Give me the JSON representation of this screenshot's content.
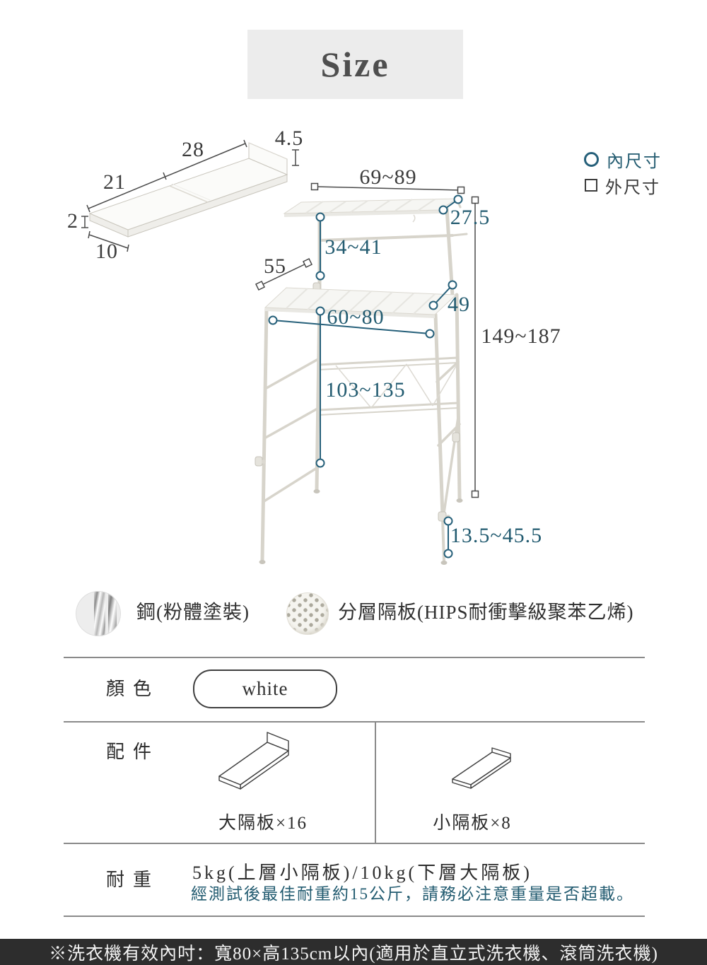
{
  "title": "Size",
  "legend": {
    "inner_label": "內尺寸",
    "outer_label": "外尺寸"
  },
  "board_diagram": {
    "dim_length_upper": "28",
    "dim_length_lower": "21",
    "dim_thickness": "2",
    "dim_lip": "4.5",
    "dim_depth": "10"
  },
  "rack_diagram": {
    "dim_top_width": "69~89",
    "dim_top_depth": "27.5",
    "dim_upper_gap": "34~41",
    "dim_side": "55",
    "dim_shelf_depth": "49",
    "dim_inner_width": "60~80",
    "dim_total_height": "149~187",
    "dim_inner_height": "103~135",
    "dim_leg_extension": "13.5~45.5"
  },
  "materials": {
    "steel_label": "鋼(粉體塗裝)",
    "board_label": "分層隔板(HIPS耐衝擊級聚苯乙烯)"
  },
  "spec_rows": {
    "color": {
      "label": "顏色",
      "value": "white"
    },
    "accessories": {
      "label": "配件",
      "large_caption": "大隔板×16",
      "small_caption": "小隔板×8"
    },
    "load": {
      "label": "耐重",
      "value": "5kg(上層小隔板)/10kg(下層大隔板)",
      "note": "經測試後最佳耐重約15公斤，請務必注意重量是否超載。"
    }
  },
  "footer": {
    "note": "※洗衣機有效內吋：寬80×高135cm以內(適用於直立式洗衣機、滾筒洗衣機)"
  },
  "colors": {
    "accent_teal": "#225b70",
    "text_dark": "#3a3a3a",
    "footer_bg": "#2d2d2d",
    "header_bg": "#ececec"
  }
}
